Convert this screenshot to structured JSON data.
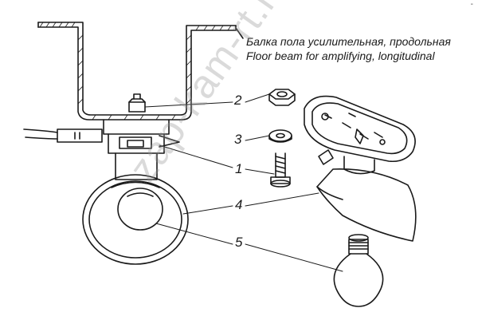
{
  "labels": {
    "beam_ru": "Балка пола усилительная, продольная",
    "beam_en": "Floor beam for amplifying, longitudinal"
  },
  "callouts": {
    "c1": "1",
    "c2": "2",
    "c3": "3",
    "c4": "4",
    "c5": "5"
  },
  "watermark": "zap-kam-rt.ru",
  "corner_mark": "-"
}
